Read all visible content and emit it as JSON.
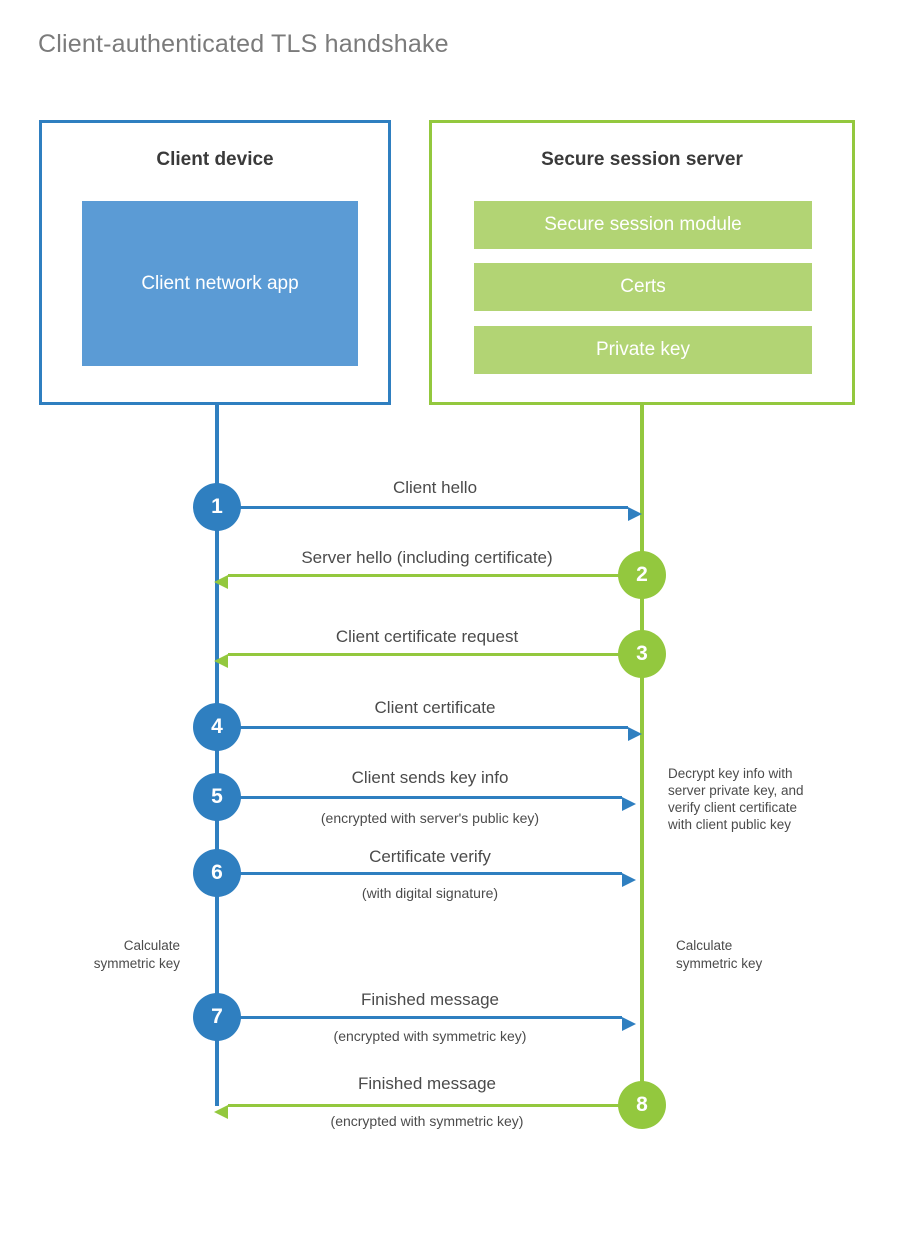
{
  "title": "Client-authenticated TLS handshake",
  "colors": {
    "client_border": "#2f7fc0",
    "client_fill": "#5b9bd5",
    "server_border": "#93c83e",
    "server_fill": "#b2d474",
    "text": "#4b4b4b",
    "title_text": "#7b7b7b"
  },
  "actors": {
    "client": {
      "title": "Client device",
      "component": "Client network app"
    },
    "server": {
      "title": "Secure session server",
      "components": [
        {
          "label": "Secure session module"
        },
        {
          "label": "Certs"
        },
        {
          "label": "Private key"
        }
      ]
    }
  },
  "steps": [
    {
      "number": "1",
      "label": "Client hello",
      "sublabel": "",
      "direction": "client-to-server",
      "color": "blue"
    },
    {
      "number": "2",
      "label": "Server hello (including certificate)",
      "sublabel": "",
      "direction": "server-to-client",
      "color": "green"
    },
    {
      "number": "3",
      "label": "Client certificate request",
      "sublabel": "",
      "direction": "server-to-client",
      "color": "green"
    },
    {
      "number": "4",
      "label": "Client certificate",
      "sublabel": "",
      "direction": "client-to-server",
      "color": "blue"
    },
    {
      "number": "5",
      "label": "Client sends key info",
      "sublabel": "(encrypted with server's public key)",
      "direction": "client-to-server",
      "color": "blue"
    },
    {
      "number": "6",
      "label": "Certificate verify",
      "sublabel": "(with digital signature)",
      "direction": "client-to-server",
      "color": "blue"
    },
    {
      "number": "7",
      "label": "Finished message",
      "sublabel": "(encrypted with symmetric key)",
      "direction": "client-to-server",
      "color": "blue"
    },
    {
      "number": "8",
      "label": "Finished message",
      "sublabel": "(encrypted with symmetric key)",
      "direction": "server-to-client",
      "color": "green"
    }
  ],
  "notes": {
    "decrypt": {
      "line1": "Decrypt key info with",
      "line2": "server private key, and",
      "line3": "verify client certificate",
      "line4": "with client public key"
    },
    "calculate_client": {
      "line1": "Calculate",
      "line2": "symmetric key"
    },
    "calculate_server": {
      "line1": "Calculate",
      "line2": "symmetric key"
    }
  }
}
